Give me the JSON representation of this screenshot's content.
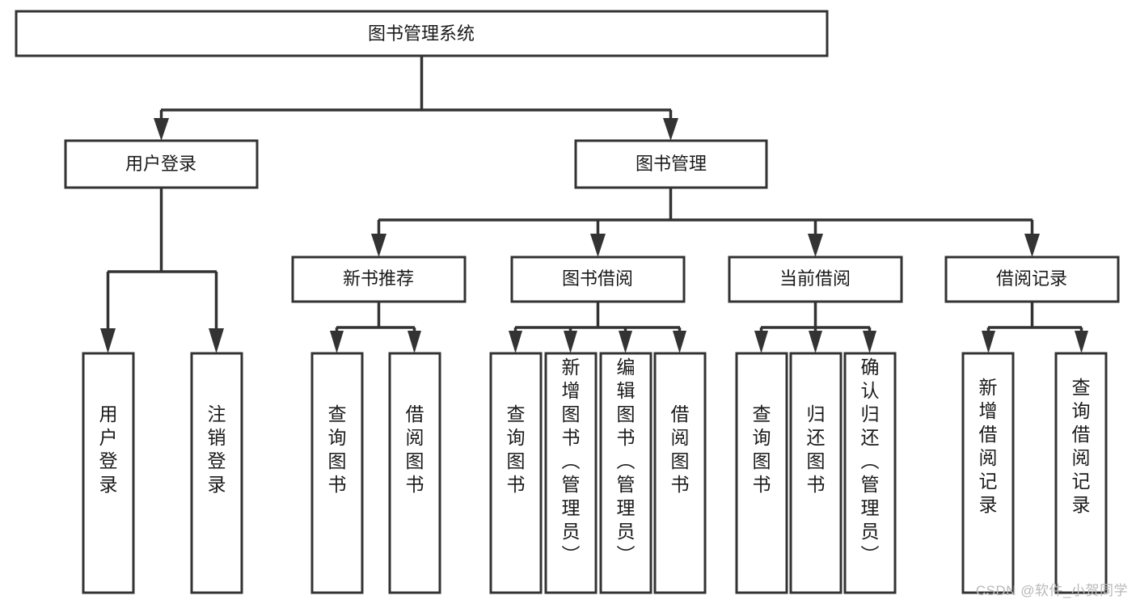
{
  "diagram": {
    "type": "tree",
    "title": "图书管理系统",
    "root": {
      "id": "root",
      "label": "图书管理系统",
      "orientation": "horizontal"
    },
    "level1": [
      {
        "id": "user-login",
        "label": "用户登录",
        "orientation": "horizontal"
      },
      {
        "id": "book-management",
        "label": "图书管理",
        "orientation": "horizontal"
      }
    ],
    "level2": [
      {
        "id": "new-book-recommend",
        "label": "新书推荐",
        "orientation": "horizontal",
        "parent": "book-management"
      },
      {
        "id": "book-borrow",
        "label": "图书借阅",
        "orientation": "horizontal",
        "parent": "book-management"
      },
      {
        "id": "current-borrow",
        "label": "当前借阅",
        "orientation": "horizontal",
        "parent": "book-management"
      },
      {
        "id": "borrow-record",
        "label": "借阅记录",
        "orientation": "horizontal",
        "parent": "book-management"
      }
    ],
    "leaves": [
      {
        "id": "leaf-user-login",
        "label": "用户登录",
        "orientation": "vertical",
        "parent": "user-login"
      },
      {
        "id": "leaf-logout-login",
        "label": "注销登录",
        "orientation": "vertical",
        "parent": "user-login"
      },
      {
        "id": "leaf-query-book-1",
        "label": "查询图书",
        "orientation": "vertical",
        "parent": "new-book-recommend"
      },
      {
        "id": "leaf-borrow-book-1",
        "label": "借阅图书",
        "orientation": "vertical",
        "parent": "new-book-recommend"
      },
      {
        "id": "leaf-query-book-2",
        "label": "查询图书",
        "orientation": "vertical",
        "parent": "book-borrow"
      },
      {
        "id": "leaf-add-book",
        "label": "新增图书（管理员）",
        "orientation": "vertical",
        "parent": "book-borrow"
      },
      {
        "id": "leaf-edit-book",
        "label": "编辑图书（管理员）",
        "orientation": "vertical",
        "parent": "book-borrow"
      },
      {
        "id": "leaf-borrow-book-2",
        "label": "借阅图书",
        "orientation": "vertical",
        "parent": "book-borrow"
      },
      {
        "id": "leaf-query-book-3",
        "label": "查询图书",
        "orientation": "vertical",
        "parent": "current-borrow"
      },
      {
        "id": "leaf-return-book",
        "label": "归还图书",
        "orientation": "vertical",
        "parent": "current-borrow"
      },
      {
        "id": "leaf-confirm-return",
        "label": "确认归还（管理员）",
        "orientation": "vertical",
        "parent": "current-borrow"
      },
      {
        "id": "leaf-add-record",
        "label": "新增借阅记录",
        "orientation": "vertical",
        "parent": "borrow-record"
      },
      {
        "id": "leaf-query-record",
        "label": "查询借阅记录",
        "orientation": "vertical",
        "parent": "borrow-record"
      }
    ]
  },
  "watermark": {
    "text": "CSDN @软件_小贺同学"
  },
  "colors": {
    "background": "#ffffff",
    "box_fill": "#ffffff",
    "box_stroke": "#333333",
    "connector": "#333333",
    "text": "#1a1a1a",
    "watermark": "#b8b8b8"
  }
}
